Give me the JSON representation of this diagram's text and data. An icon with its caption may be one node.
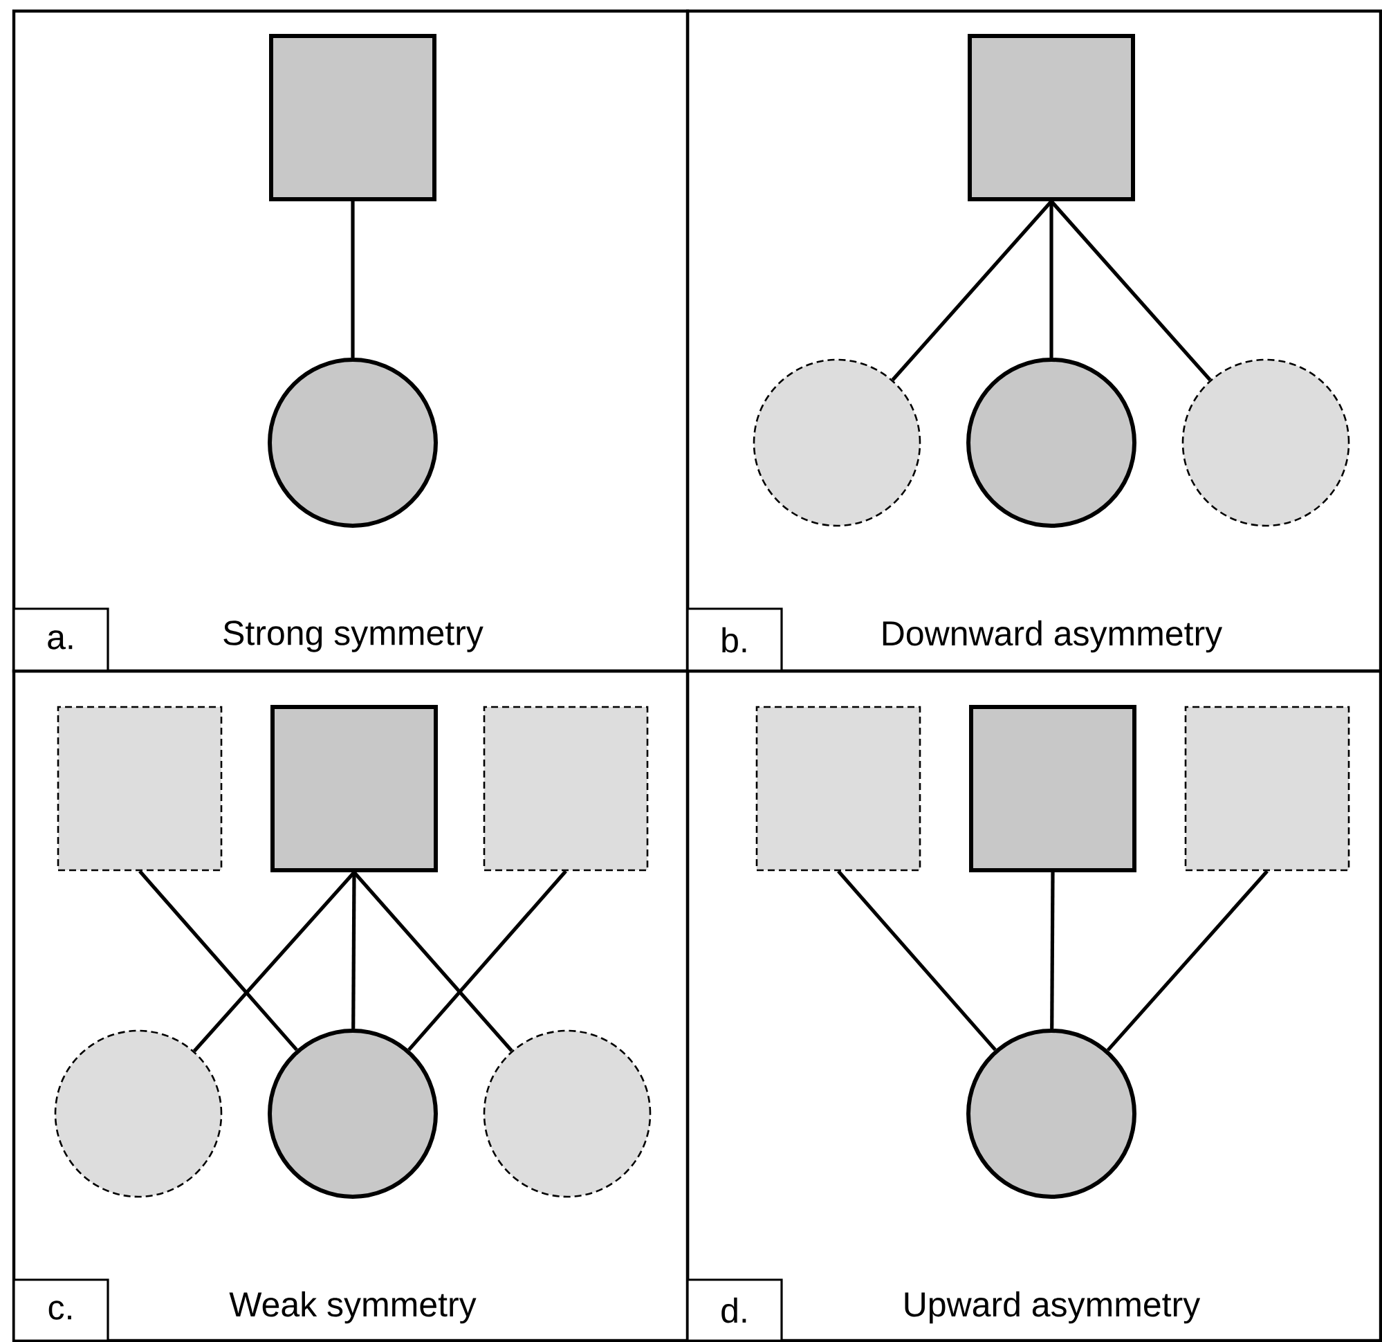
{
  "diagram": {
    "nodes": [
      {
        "text": [
          "Strong symmetry"
        ]
      },
      {
        "text": [
          "a."
        ],
        "in": 0
      },
      {
        "text": [],
        "shape": "box",
        "in": 0
      },
      {
        "text": [],
        "shape": "circle",
        "in": 0
      },
      {
        "text": [
          "Downward asymmetry"
        ]
      },
      {
        "text": [
          "b."
        ],
        "in": 4
      },
      {
        "text": [],
        "shape": "box",
        "in": 4
      },
      {
        "text": [],
        "shape": "circle",
        "in": 4
      },
      {
        "text": [],
        "shape": "circle",
        "in": 4
      },
      {
        "text": [],
        "shape": "circle",
        "in": 4
      },
      {
        "text": [
          "Weak symmetry"
        ]
      },
      {
        "text": [
          "c."
        ],
        "in": 10
      },
      {
        "text": [],
        "shape": "box",
        "in": 10
      },
      {
        "text": [],
        "shape": "box",
        "in": 10
      },
      {
        "text": [],
        "shape": "box",
        "in": 10
      },
      {
        "text": [],
        "shape": "circle",
        "in": 10
      },
      {
        "text": [],
        "shape": "circle",
        "in": 10
      },
      {
        "text": [],
        "shape": "circle",
        "in": 10
      },
      {
        "text": [
          "Upward asymmetry"
        ]
      },
      {
        "text": [
          "d."
        ],
        "in": 18
      },
      {
        "text": [],
        "shape": "box",
        "in": 18
      },
      {
        "text": [],
        "shape": "box",
        "in": 18
      },
      {
        "text": [],
        "shape": "box",
        "in": 18
      },
      {
        "text": [],
        "shape": "circle",
        "in": 18
      }
    ],
    "edges": [
      {
        "from": 2,
        "to": 3,
        "arrow": "none"
      },
      {
        "from": 6,
        "to": 7,
        "arrow": "none"
      },
      {
        "from": 6,
        "to": 8,
        "arrow": "none"
      },
      {
        "from": 6,
        "to": 9,
        "arrow": "none"
      },
      {
        "from": 12,
        "to": 16,
        "arrow": "none"
      },
      {
        "from": 13,
        "to": 15,
        "arrow": "none"
      },
      {
        "from": 13,
        "to": 16,
        "arrow": "none"
      },
      {
        "from": 13,
        "to": 17,
        "arrow": "none"
      },
      {
        "from": 14,
        "to": 16,
        "arrow": "none"
      },
      {
        "from": 20,
        "to": 23,
        "arrow": "none"
      },
      {
        "from": 21,
        "to": 23,
        "arrow": "none"
      },
      {
        "from": 22,
        "to": 23,
        "arrow": "none"
      }
    ]
  }
}
